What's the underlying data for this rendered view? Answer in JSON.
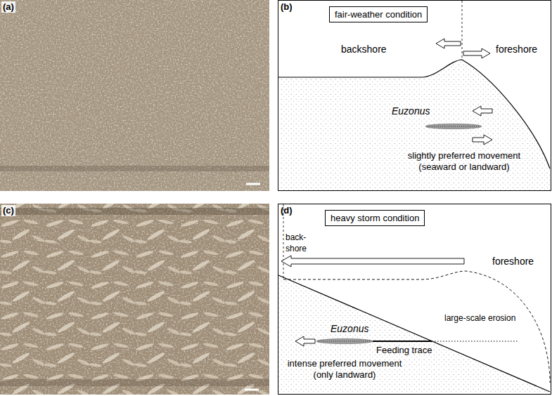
{
  "diagram": {
    "nodes": [
      {
        "text": [
          "(b)"
        ]
      },
      {
        "text": [
          "fair-weather condition"
        ],
        "in": 0
      },
      {
        "text": [
          "(d)"
        ]
      },
      {
        "text": [
          "heavy storm condition"
        ],
        "in": 2
      }
    ],
    "labels": [
      "(a)",
      "backshore",
      "foreshore",
      "Euzonus",
      "slightly preferred movement (seaward or landward)",
      "(c)",
      "back- shore",
      "foreshore",
      "large-scale erosion",
      "Euzonus",
      "Feeding trace",
      "intense preferred movement (only landward)"
    ]
  }
}
